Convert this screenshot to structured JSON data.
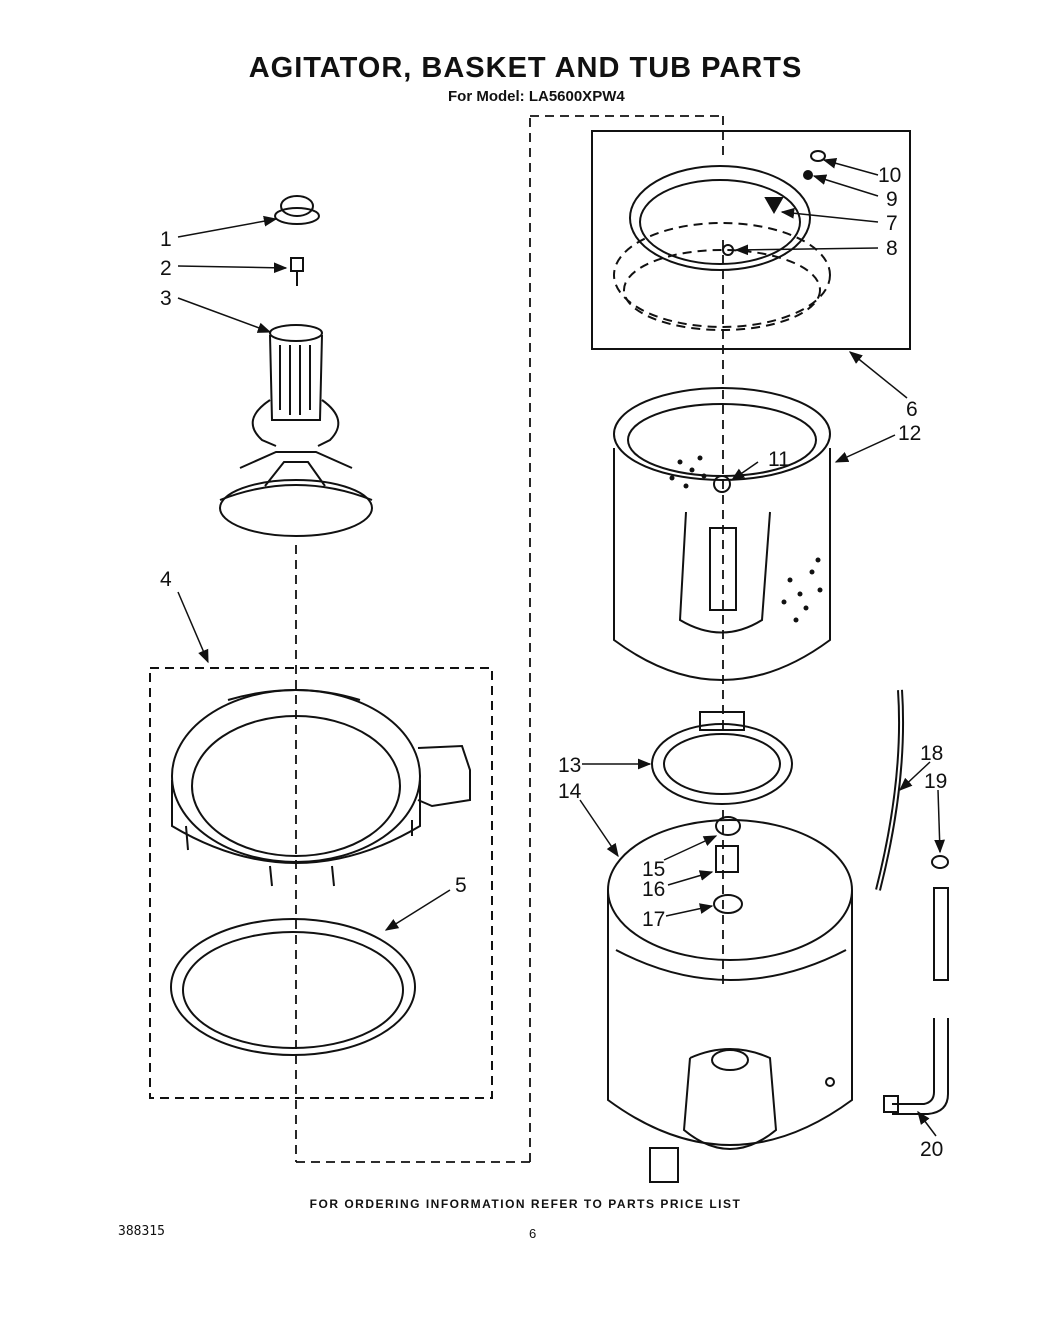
{
  "title": "AGITATOR, BASKET AND TUB PARTS",
  "model": "For Model: LA5600XPW4",
  "footer": "FOR ORDERING INFORMATION REFER TO PARTS PRICE LIST",
  "doc_number": "388315",
  "page_number": "6",
  "callouts": [
    "1",
    "2",
    "3",
    "4",
    "5",
    "6",
    "7",
    "8",
    "9",
    "10",
    "11",
    "12",
    "13",
    "14",
    "15",
    "16",
    "17",
    "18",
    "19",
    "20"
  ]
}
